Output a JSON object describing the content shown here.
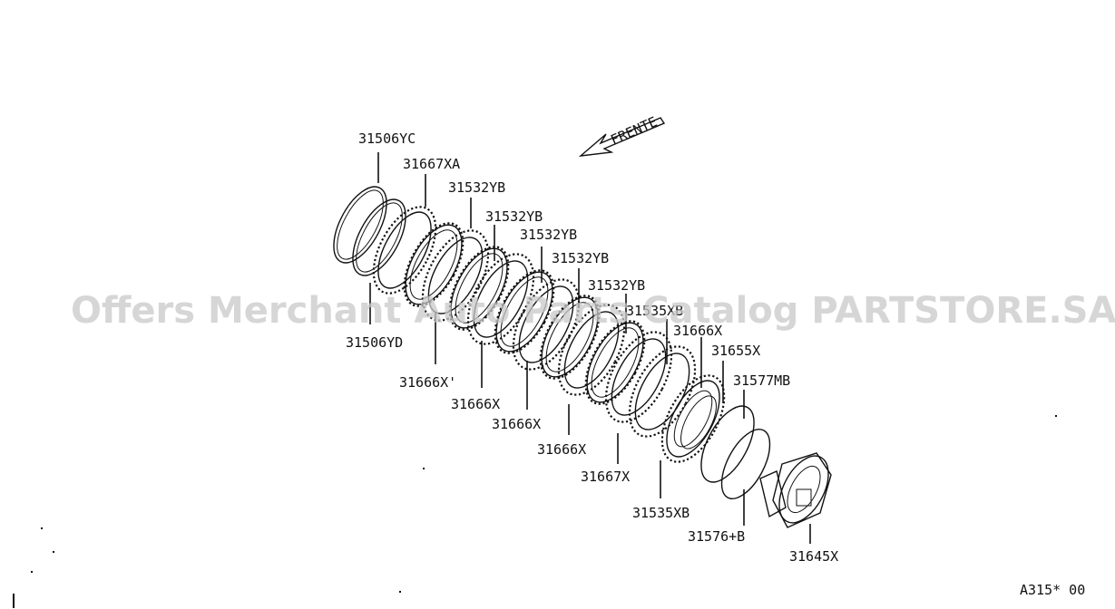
{
  "diagram": {
    "direction_label": "FRENTE",
    "watermark": "Offers Merchant Auto Parts Catalog PARTSTORE.SA",
    "figure_code": "A315* 00",
    "parts": [
      {
        "id": "p1",
        "label": "31506YC"
      },
      {
        "id": "p2",
        "label": "31667XA"
      },
      {
        "id": "p3",
        "label": "31532YB"
      },
      {
        "id": "p4",
        "label": "31532YB"
      },
      {
        "id": "p5",
        "label": "31532YB"
      },
      {
        "id": "p6",
        "label": "31532YB"
      },
      {
        "id": "p7",
        "label": "31532YB"
      },
      {
        "id": "p8",
        "label": "31535XB"
      },
      {
        "id": "p9",
        "label": "31666X"
      },
      {
        "id": "p10",
        "label": "31655X"
      },
      {
        "id": "p11",
        "label": "31577MB"
      },
      {
        "id": "p12",
        "label": "31506YD"
      },
      {
        "id": "p13",
        "label": "31666X'"
      },
      {
        "id": "p14",
        "label": "31666X"
      },
      {
        "id": "p15",
        "label": "31666X"
      },
      {
        "id": "p16",
        "label": "31666X"
      },
      {
        "id": "p17",
        "label": "31667X"
      },
      {
        "id": "p18",
        "label": "31535XB"
      },
      {
        "id": "p19",
        "label": "31576+B"
      },
      {
        "id": "p20",
        "label": "31645X"
      }
    ]
  }
}
